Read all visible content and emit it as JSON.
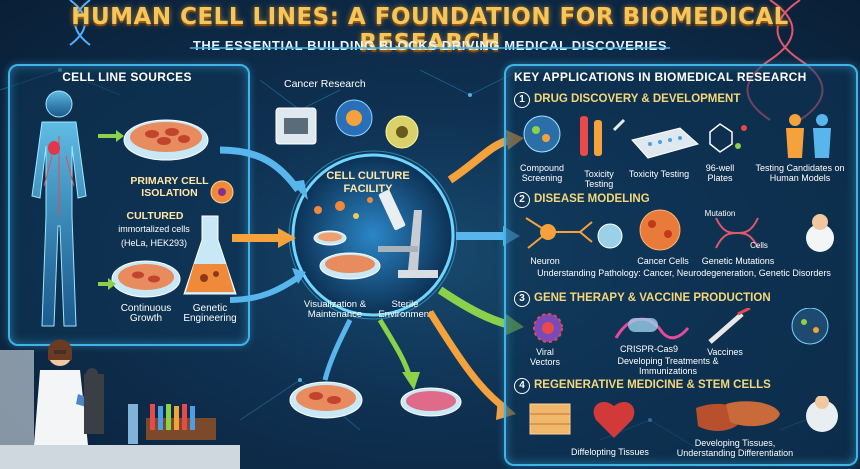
{
  "title": "HUMAN CELL LINES: A FOUNDATION FOR BIOMEDICAL RESEARCH",
  "subtitle": "THE ESSENTIAL BUILDING BLOCKS DRIVING MEDICAL DISCOVERIES",
  "sources": {
    "heading": "CELL LINE SOURCES",
    "primary": "PRIMARY CELL ISOLATION",
    "cultured_title": "CULTURED",
    "cultured_line1": "immortalized cells",
    "cultured_line2": "(HeLa, HEK293)",
    "continuous": "Continuous Growth",
    "genetic": "Genetic Engineering"
  },
  "center": {
    "cancer_research": "Cancer Research",
    "facility": "CELL CULTURE FACILITY",
    "visualization": "Visualization & Maintenance",
    "sterile": "Sterile Environment"
  },
  "applications": {
    "heading": "KEY APPLICATIONS IN BIOMEDICAL RESEARCH",
    "drug": {
      "number": "1",
      "title": "DRUG DISCOVERY & DEVELOPMENT",
      "items": [
        "Compound Screening",
        "Toxicity Testing",
        "Toxicity Testing",
        "96-well Plates",
        "Testing Candidates on Human Models"
      ]
    },
    "disease": {
      "number": "2",
      "title": "DISEASE MODELING",
      "neuron": "Neuron",
      "cancer_cells": "Cancer Cells",
      "genetic_mutations": "Genetic Mutations",
      "mutation": "Mutation",
      "cells": "Cells",
      "pathology": "Understanding Pathology: Cancer, Neurodegeneration, Genetic Disorders"
    },
    "gene": {
      "number": "3",
      "title": "GENE THERAPY & VACCINE PRODUCTION",
      "viral": "Viral Vectors",
      "crispr": "CRISPR-Cas9",
      "developing": "Developing Treatments & Immunizations",
      "vaccines": "Vaccines"
    },
    "regen": {
      "number": "4",
      "title": "REGENERATIVE MEDICINE & STEM CELLS",
      "tissues": "Diffelopting Tissues",
      "developing": "Developing Tissues, Understanding Differentiation"
    }
  },
  "colors": {
    "accent": "#3fb4e8",
    "title": "#f7c65a",
    "section": "#f4d77a",
    "arrow_orange": "#f5a23c",
    "arrow_blue": "#59b6ec",
    "arrow_green": "#8bd14a"
  }
}
